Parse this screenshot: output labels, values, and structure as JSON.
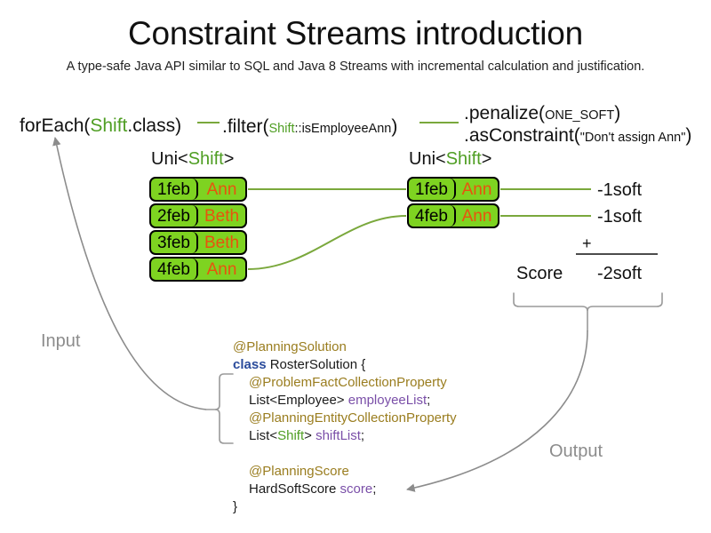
{
  "header": {
    "title": "Constraint Streams introduction",
    "subtitle": "A type-safe Java API similar to SQL and Java 8 Streams with incremental calculation and justification."
  },
  "colors": {
    "shift_fill": "#7ed321",
    "shift_border": "#000000",
    "employee_text": "#e8530e",
    "type_green": "#4f9e23",
    "connector_green": "#7aa83c",
    "flow_arrow_gray": "#8c8c8c",
    "annotation_gold": "#9a7d1f",
    "keyword_blue": "#2a4b9b",
    "field_purple": "#7a4fa8"
  },
  "pipeline": {
    "foreach": {
      "call": "forEach(",
      "type": "Shift",
      "tail": ".class)"
    },
    "filter": {
      "call": ".filter(",
      "arg_type": "Shift",
      "arg_rest": "::isEmployeeAnn",
      "tail": ")"
    },
    "penalize": {
      "call": ".penalize(",
      "arg": "ONE_SOFT",
      "tail": ")"
    },
    "as_constraint": {
      "call": ".asConstraint(",
      "arg": "\"Don't assign Ann\"",
      "tail": ")"
    }
  },
  "streams": {
    "left": {
      "label_prefix": "Uni<",
      "label_type": "Shift",
      "label_suffix": ">",
      "rows": [
        {
          "date": "1feb",
          "employee": "Ann"
        },
        {
          "date": "2feb",
          "employee": "Beth"
        },
        {
          "date": "3feb",
          "employee": "Beth"
        },
        {
          "date": "4feb",
          "employee": "Ann"
        }
      ]
    },
    "right": {
      "label_prefix": "Uni<",
      "label_type": "Shift",
      "label_suffix": ">",
      "rows": [
        {
          "date": "1feb",
          "employee": "Ann",
          "penalty": "-1soft"
        },
        {
          "date": "4feb",
          "employee": "Ann",
          "penalty": "-1soft"
        }
      ]
    }
  },
  "score": {
    "word": "Score",
    "plus": "+",
    "total": "-2soft"
  },
  "flow": {
    "input_label": "Input",
    "output_label": "Output"
  },
  "code": {
    "line_annotation_solution": "@PlanningSolution",
    "line_class_kw": "class",
    "line_class_name": " RosterSolution {",
    "line_annotation_problemfact": "@ProblemFactCollectionProperty",
    "line_employee_pre": "List<Employee> ",
    "line_employee_field": "employeeList",
    "line_employee_post": ";",
    "line_annotation_planningentity": "@PlanningEntityCollectionProperty",
    "line_shift_pre": "List<",
    "line_shift_type": "Shift",
    "line_shift_mid": "> ",
    "line_shift_field": "shiftList",
    "line_shift_post": ";",
    "line_annotation_planningscore": "@PlanningScore",
    "line_score_pre": "HardSoftScore ",
    "line_score_field": "score",
    "line_score_post": ";",
    "line_close_brace": "}"
  }
}
